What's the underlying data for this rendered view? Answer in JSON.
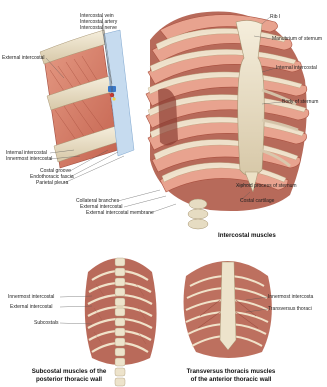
{
  "labels": {
    "intercostal_vein": "Intercostal vein",
    "intercostal_artery": "Intercostal artery",
    "intercostal_nerve": "Intercostal nerve",
    "external_intercostal_left": "External intercostal",
    "internal_intercostal": "Internal intercostal",
    "innermost_intercostal": "Innermost intercostal",
    "costal_groove": "Costal groove",
    "endothoracic_fascia": "Endothoracic fascia",
    "parietal_pleura": "Parietal pleura",
    "collateral_branches": "Collateral branches",
    "external_intercostal_bottom": "External intercostal",
    "external_intercostal_membrane": "External intercostal membrane",
    "rib_i": "Rib I",
    "manubrium": "Manubrium of sternum",
    "internal_intercostal_right": "Internal intercostal",
    "body_of_sternum": "Body of sternum",
    "xiphoid": "Xiphoid process of sternum",
    "costal_cartilage": "Costal cartilage",
    "post_innermost": "Innermost intercostal",
    "post_external": "External intercostal",
    "subcostals": "Subcostals",
    "ant_innermost": "Innermost intercosta",
    "ant_transversus": "Transversus thoraci"
  },
  "captions": {
    "main": "Intercostal muscles",
    "posterior_line1": "Subcostal muscles of the",
    "posterior_line2": "posterior thoracic wall",
    "anterior_line1": "Transversus thoracis muscles",
    "anterior_line2": "of the anterior thoracic wall"
  },
  "colors": {
    "muscle": "#d9826e",
    "muscle_dark": "#b8584a",
    "bone": "#efe6d2",
    "bone_shade": "#d8cbb0",
    "vessel_blue": "#3a78c8",
    "fascia_blue": "#b9d3ec",
    "leader": "#555555"
  }
}
